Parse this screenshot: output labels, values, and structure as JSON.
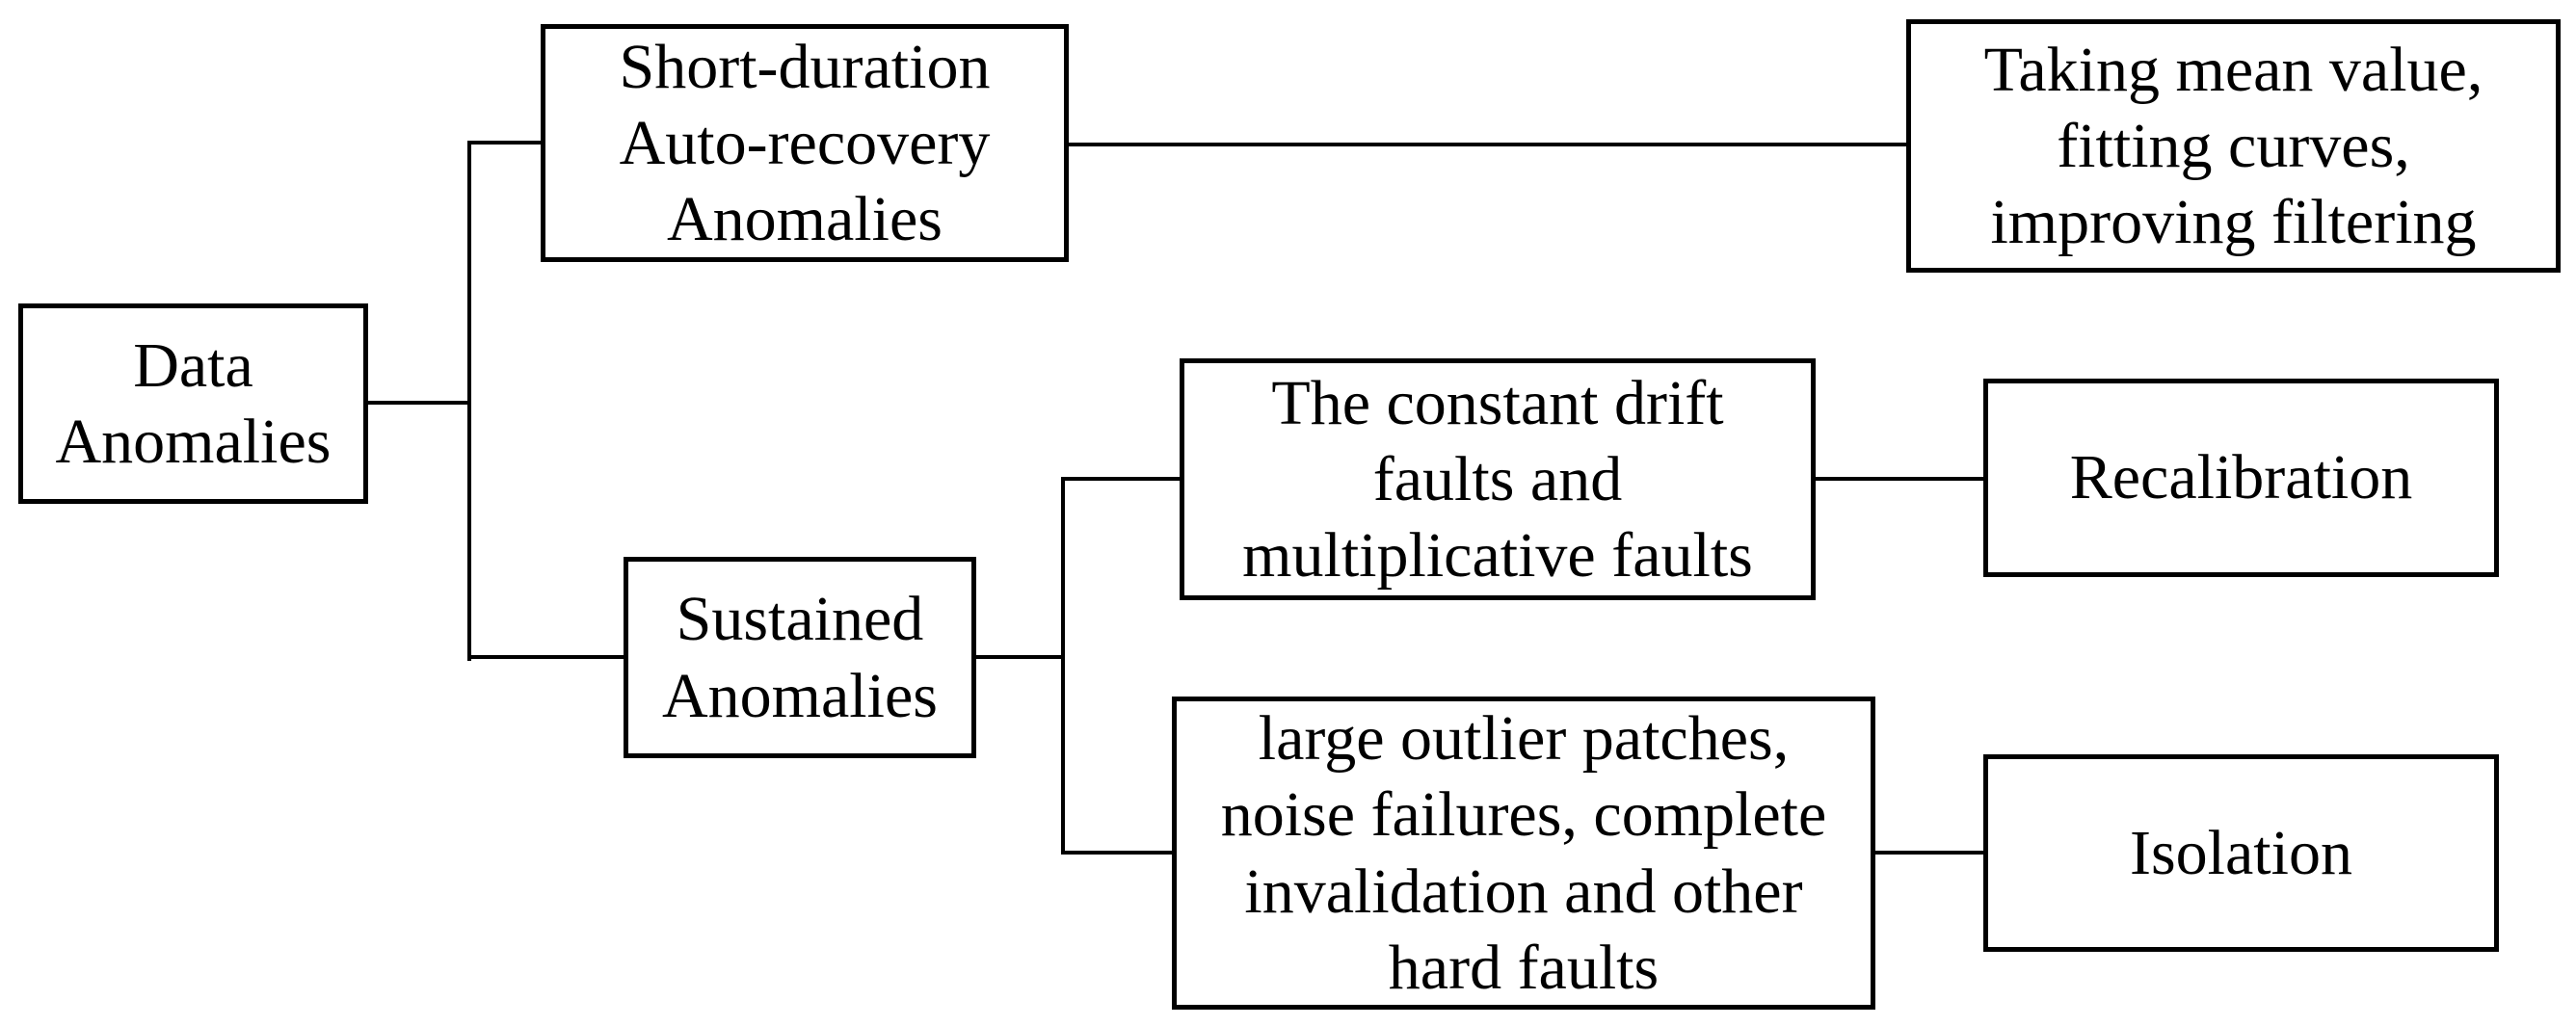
{
  "nodes": {
    "data_anomalies": {
      "label": "Data\nAnomalies"
    },
    "short_duration": {
      "label": "Short-duration\nAuto-recovery\nAnomalies"
    },
    "taking_mean": {
      "label": "Taking mean value,\nfitting curves,\nimproving filtering"
    },
    "sustained": {
      "label": "Sustained\nAnomalies"
    },
    "constant_drift": {
      "label": "The constant drift\nfaults and\nmultiplicative faults"
    },
    "recalibration": {
      "label": "Recalibration"
    },
    "large_outlier": {
      "label": "large outlier patches,\nnoise failures, complete\ninvalidation and other\nhard faults"
    },
    "isolation": {
      "label": "Isolation"
    }
  },
  "edges": [
    {
      "from": "data_anomalies",
      "to": "short_duration"
    },
    {
      "from": "data_anomalies",
      "to": "sustained"
    },
    {
      "from": "short_duration",
      "to": "taking_mean"
    },
    {
      "from": "sustained",
      "to": "constant_drift"
    },
    {
      "from": "sustained",
      "to": "large_outlier"
    },
    {
      "from": "constant_drift",
      "to": "recalibration"
    },
    {
      "from": "large_outlier",
      "to": "isolation"
    }
  ],
  "colors": {
    "line": "#000000",
    "text": "#000000",
    "background": "#ffffff"
  }
}
